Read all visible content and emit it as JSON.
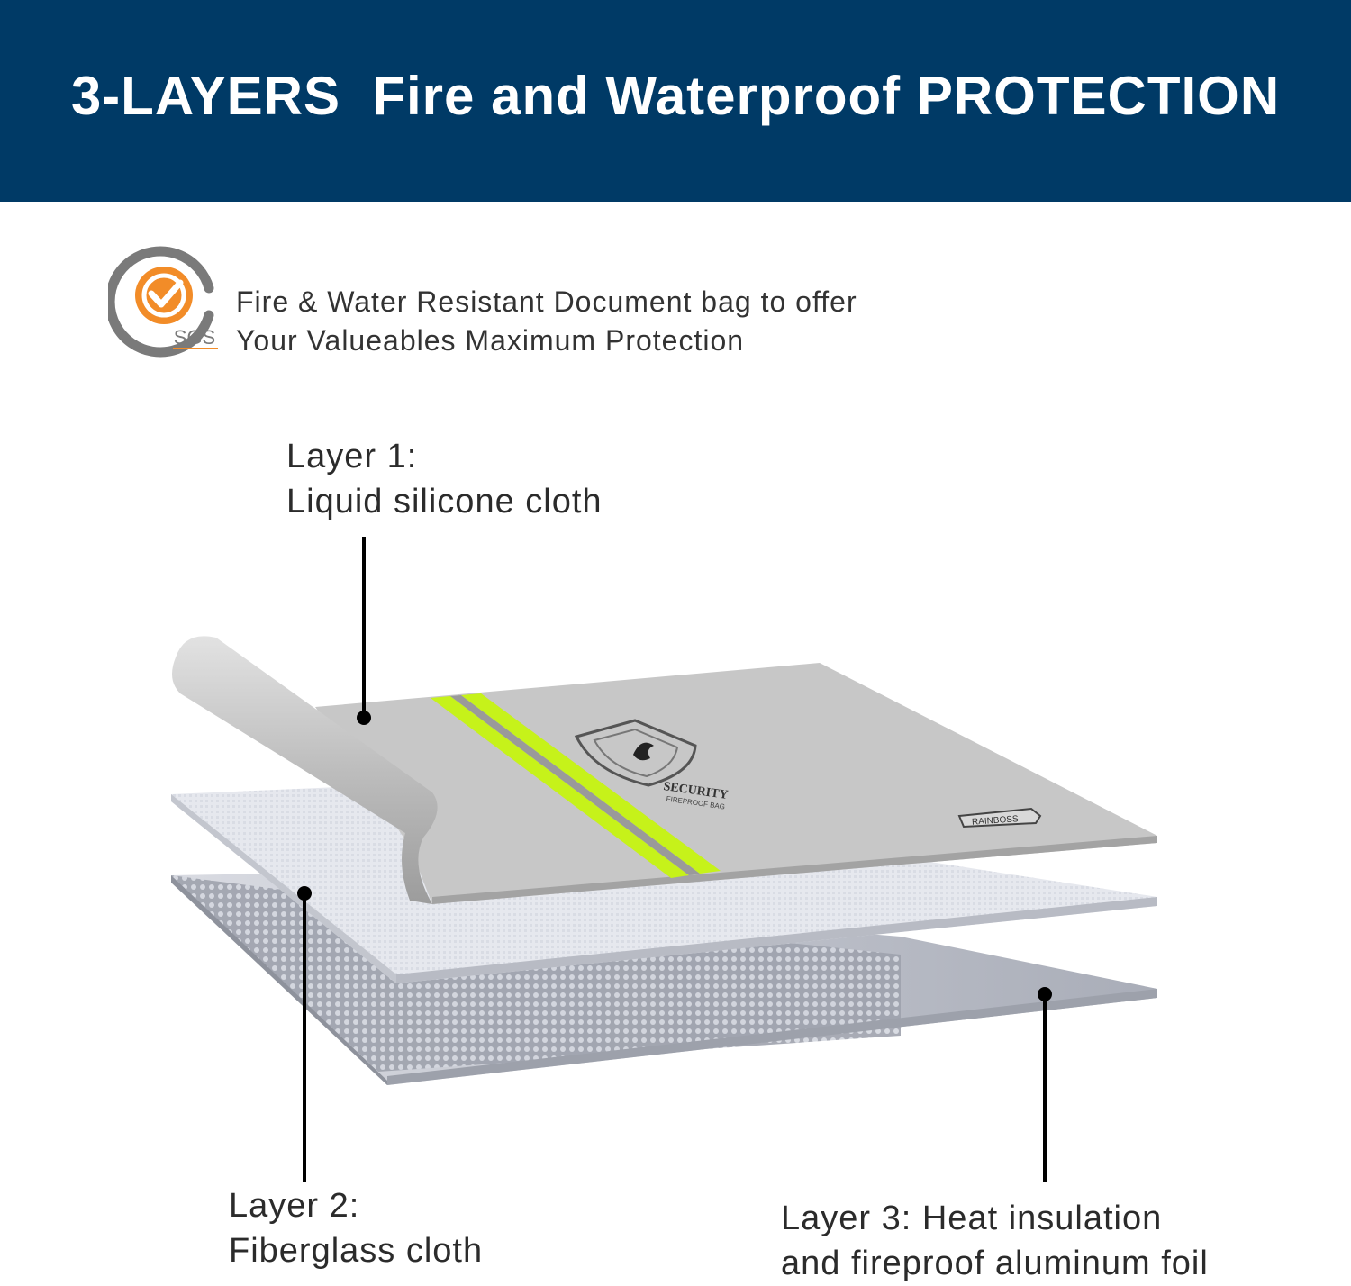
{
  "header": {
    "title": "3-LAYERS  Fire and Waterproof PROTECTION",
    "background": "#003a66"
  },
  "badge": {
    "icon": "sgs-check-badge-icon",
    "text": "SGS",
    "accent": "#f28c28",
    "ring": "#7a7a7a"
  },
  "tagline": {
    "line1": "Fire & Water Resistant Document bag to offer",
    "line2": "Your Valueables Maximum Protection"
  },
  "product": {
    "shield_text": "SECURITY",
    "shield_subtext": "FIREPROOF BAG",
    "brand_tag": "RAINBOSS"
  },
  "layers": [
    {
      "title": "Layer 1:",
      "desc": "Liquid silicone cloth"
    },
    {
      "title": "Layer 2:",
      "desc": "Fiberglass cloth"
    },
    {
      "title": "Layer 3: Heat insulation",
      "desc": "and fireproof aluminum foil"
    }
  ],
  "colors": {
    "stripe": "#c6f21a",
    "silicone": "#c9c9c9",
    "fiberglass": "#e4e6ec",
    "foil": "#b7bac4"
  }
}
